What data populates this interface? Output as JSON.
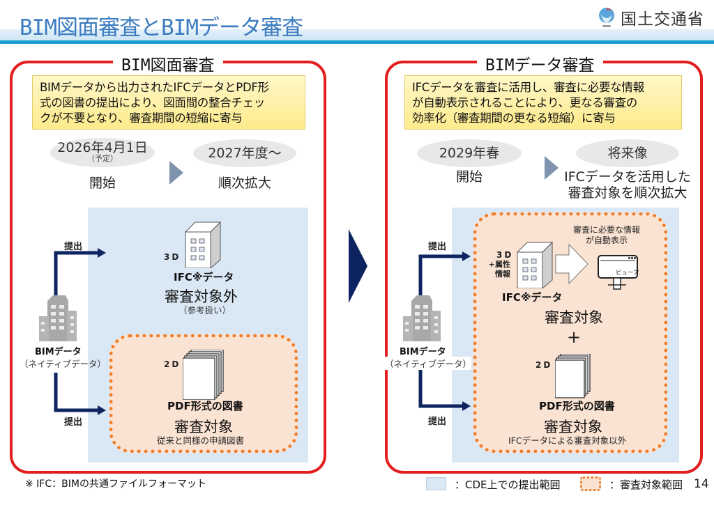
{
  "header": {
    "title": "BIM図面審査とBIMデータ審査",
    "ministry_name": "国土交通省",
    "logo_icon": "mlit-logo-icon"
  },
  "left_panel": {
    "title": "BIM図面審査",
    "summary_lines": [
      "BIMデータから出力されたIFCデータとPDF形",
      "式の図書の提出により、図面間の整合チェッ",
      "クが不要となり、審査期間の短縮に寄与"
    ],
    "timeline": {
      "step1_date": "2026年4月1日",
      "step1_note": "（予定）",
      "step1_label": "開始",
      "step2_date": "2027年度～",
      "step2_label": "順次拡大"
    },
    "source": {
      "name": "BIMデータ",
      "note": "（ネイティブデータ）",
      "submit_top": "提出",
      "submit_bottom": "提出"
    },
    "ifc": {
      "dim_label": "3D",
      "name": "IFC※データ",
      "status": "審査対象外",
      "status_note": "（参考扱い）"
    },
    "pdf": {
      "dim_label": "2D",
      "name": "PDF形式の図書",
      "status": "審査対象",
      "status_note": "従来と同様の申請図書"
    }
  },
  "right_panel": {
    "title": "BIMデータ審査",
    "summary_lines": [
      "IFCデータを審査に活用し、審査に必要な情報",
      "が自動表示されることにより、更なる審査の",
      "効率化（審査期間の更なる短縮）に寄与"
    ],
    "timeline": {
      "step1_date": "2029年春",
      "step1_label": "開始",
      "step2_date": "将来像",
      "step2_label_lines": [
        "IFCデータを活用した",
        "審査対象を順次拡大"
      ]
    },
    "source": {
      "name": "BIMデータ",
      "note": "（ネイティブデータ）",
      "submit_top": "提出",
      "submit_bottom": "提出"
    },
    "ifc": {
      "dim_label": "3D",
      "attr_label_lines": [
        "+属性",
        "情報"
      ],
      "name": "IFC※データ",
      "auto_display_lines": [
        "審査に必要な情報",
        "が自動表示"
      ],
      "viewer_label": "ビューア",
      "status": "審査対象"
    },
    "plus_sign": "+",
    "pdf": {
      "dim_label": "2D",
      "name": "PDF形式の図書",
      "status": "審査対象",
      "status_note": "IFCデータによる審査対象以外"
    }
  },
  "footer": {
    "footnote": "※ IFC：BIMの共通ファイルフォーマット",
    "legend_cde": "：CDE上での提出範囲",
    "legend_review": "：審査対象範囲",
    "page_number": "14"
  },
  "colors": {
    "title_blue": "#3c7cc0",
    "frame_red": "#e31e1e",
    "cde_blue": "#dae8f5",
    "review_orange": "#ef7d2a",
    "review_fill": "#fbe3d3",
    "arrow_navy": "#0d2461"
  }
}
